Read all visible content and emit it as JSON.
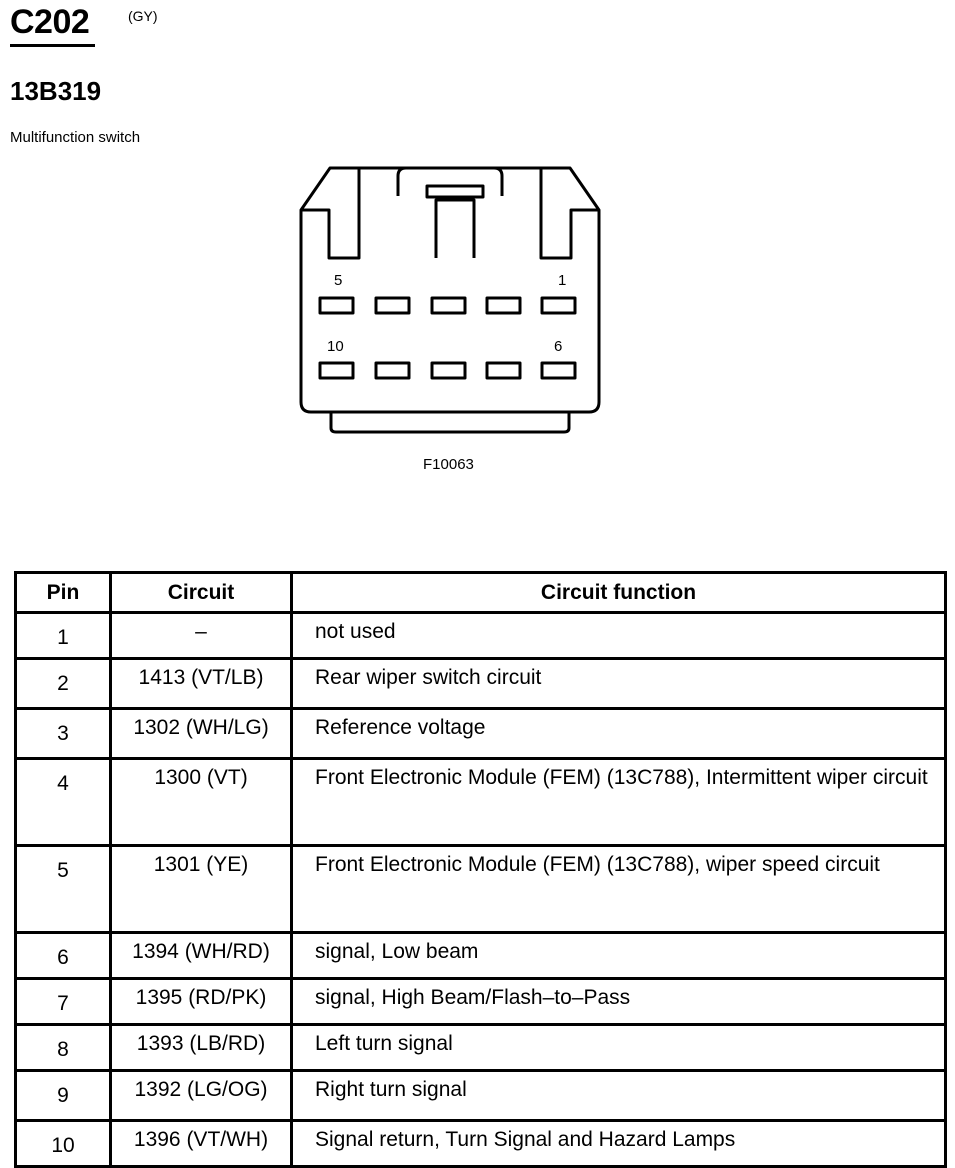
{
  "connector": {
    "id": "C202",
    "color": "(GY)",
    "part_number": "13B319",
    "component": "Multifunction switch",
    "figure_id": "F10063",
    "pin_labels": {
      "top_left": "5",
      "top_right": "1",
      "bottom_left": "10",
      "bottom_right": "6"
    }
  },
  "table": {
    "headers": {
      "pin": "Pin",
      "circuit": "Circuit",
      "function": "Circuit function"
    },
    "rows": [
      {
        "pin": "1",
        "circuit": "–",
        "function": "not used"
      },
      {
        "pin": "2",
        "circuit": "1413 (VT/LB)",
        "function": "Rear wiper switch circuit"
      },
      {
        "pin": "3",
        "circuit": "1302 (WH/LG)",
        "function": "Reference voltage"
      },
      {
        "pin": "4",
        "circuit": "1300 (VT)",
        "function": "Front Electronic Module (FEM) (13C788), Intermittent wiper circuit"
      },
      {
        "pin": "5",
        "circuit": "1301 (YE)",
        "function": "Front Electronic Module (FEM) (13C788), wiper speed circuit"
      },
      {
        "pin": "6",
        "circuit": "1394 (WH/RD)",
        "function": "signal, Low beam"
      },
      {
        "pin": "7",
        "circuit": "1395 (RD/PK)",
        "function": "signal, High Beam/Flash–to–Pass"
      },
      {
        "pin": "8",
        "circuit": "1393 (LB/RD)",
        "function": "Left turn signal"
      },
      {
        "pin": "9",
        "circuit": "1392 (LG/OG)",
        "function": "Right turn signal"
      },
      {
        "pin": "10",
        "circuit": "1396 (VT/WH)",
        "function": "Signal return, Turn Signal and Hazard Lamps"
      }
    ]
  }
}
